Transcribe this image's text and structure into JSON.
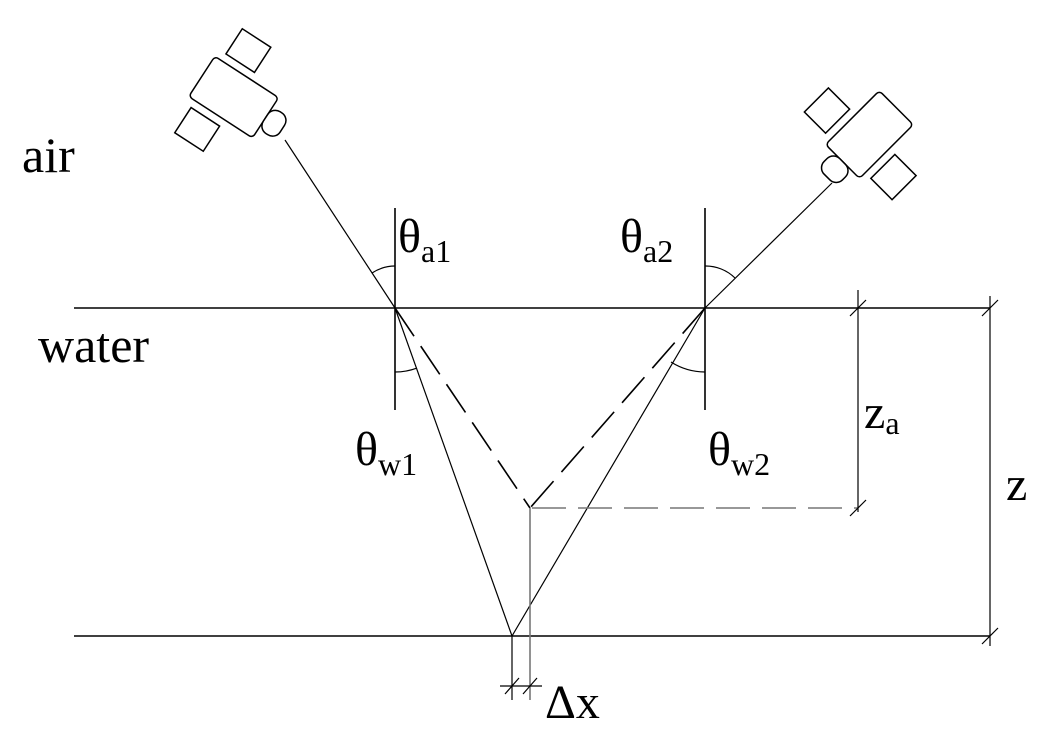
{
  "labels": {
    "air": "air",
    "water": "water",
    "theta_a1": {
      "symbol": "θ",
      "subscript": "a1"
    },
    "theta_a2": {
      "symbol": "θ",
      "subscript": "a2"
    },
    "theta_w1": {
      "symbol": "θ",
      "subscript": "w1"
    },
    "theta_w2": {
      "symbol": "θ",
      "subscript": "w2"
    },
    "z_a": {
      "symbol": "z",
      "subscript": "a"
    },
    "z": "z",
    "delta_x": "Δx"
  }
}
